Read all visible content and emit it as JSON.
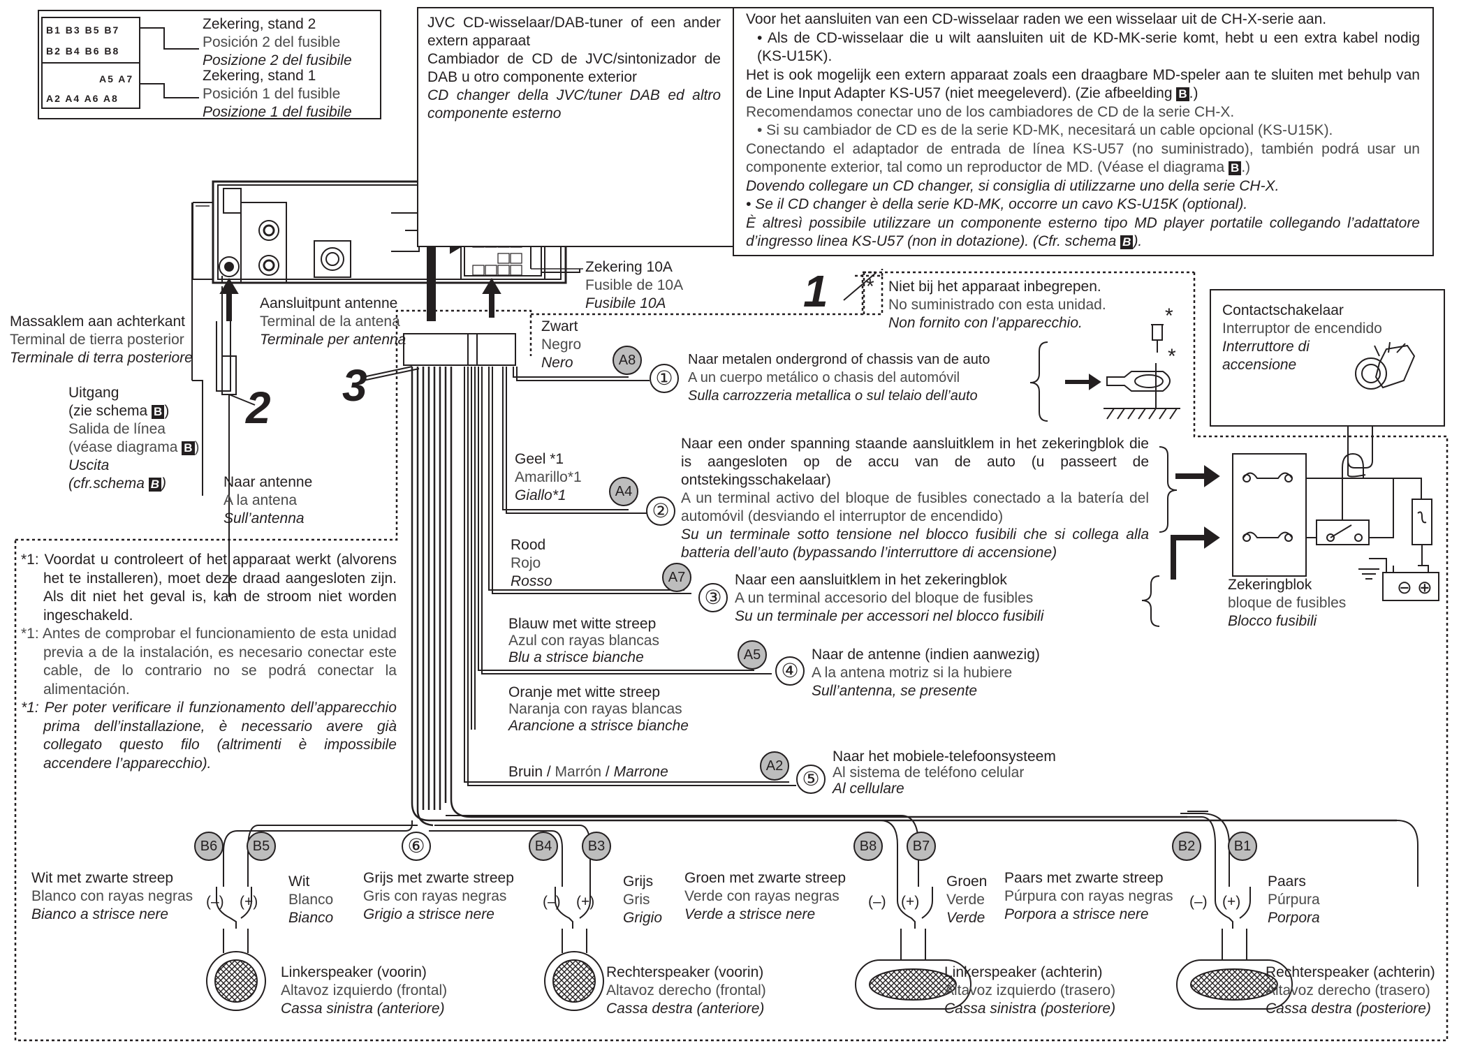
{
  "fuse_box": {
    "row1_pins": [
      "B1",
      "B3",
      "B5",
      "B7"
    ],
    "row2_pins": [
      "B2",
      "B4",
      "B6",
      "B8"
    ],
    "row3_pins": [
      "A5",
      "A7"
    ],
    "row4_pins": [
      "A2",
      "A4",
      "A6",
      "A8"
    ],
    "pos2": {
      "nl": "Zekering, stand 2",
      "es": "Posición 2 del fusible",
      "it": "Posizione 2 del fusibile"
    },
    "pos1": {
      "nl": "Zekering, stand 1",
      "es": "Posición 1 del fusible",
      "it": "Posizione 1 del fusibile"
    }
  },
  "cd_changer_box": {
    "nl": "JVC CD-wisselaar/DAB-tuner of een ander extern apparaat",
    "es": "Cambiador de CD de JVC/sintonizador de DAB u otro componente exterior",
    "it": "CD changer della JVC/tuner DAB ed altro componente esterno"
  },
  "info_box": {
    "nl1": "Voor het aansluiten van een CD-wisselaar raden we een wisselaar uit de CH-X-serie aan.",
    "nl2": "• Als de CD-wisselaar die u wilt aansluiten uit de KD-MK-serie komt, hebt u een extra kabel nodig (KS-U15K).",
    "nl3a": "Het is ook mogelijk een extern apparaat zoals een draagbare MD-speler aan te sluiten met behulp van de Line Input Adapter KS-U57 (niet meegeleverd). (Zie afbeelding ",
    "es1": "Recomendamos conectar uno de los cambiadores de CD de la serie CH-X.",
    "es2": "• Si su cambiador de CD es de la serie KD-MK, necesitará un cable opcional (KS-U15K).",
    "es3a": "Conectando el adaptador de entrada de línea KS-U57 (no suministrado), también podrá usar un componente exterior, tal como un reproductor de MD. (Véase el diagrama ",
    "it1": "Dovendo collegare un CD changer, si consiglia di utilizzarne uno della serie CH-X.",
    "it2": "• Se il CD changer è della serie KD-MK, occorre un cavo KS-U15K (optional).",
    "it3a": "È altresì possibile utilizzare un componente esterno tipo MD player portatile collegando l’adattatore d’ingresso linea KS-U57 (non in dotazione). (Cfr. schema ",
    "diagram_ref": "B",
    "close_nl": ".)",
    "close_es": ".)",
    "close_it": ")."
  },
  "fuse10": {
    "nl": "Zekering 10A",
    "es": "Fusible de 10A",
    "it": "Fusibile 10A"
  },
  "ground": {
    "nl": "Massaklem aan achterkant",
    "es": "Terminal de tierra posterior",
    "it": "Terminale di terra posteriore"
  },
  "antenna_term": {
    "nl": "Aansluitpunt antenne",
    "es": "Terminal de la antena",
    "it": "Terminale per antenna"
  },
  "output": {
    "nl1": "Uitgang",
    "nl2a": "(zie schema ",
    "es1": "Salida de línea",
    "es2a": "(véase diagrama ",
    "it1": "Uscita",
    "it2a": "(cfr.schema ",
    "ref": "B",
    "close": ")"
  },
  "antenna": {
    "nl": "Naar antenne",
    "es": "A la antena",
    "it": "Sull’antenna"
  },
  "numbers": {
    "n1": "1",
    "n2": "2",
    "n3": "3"
  },
  "not_supplied": {
    "star": "*",
    "nl": "Niet bij het apparaat inbegrepen.",
    "es": "No suministrado con esta unidad.",
    "it": "Non fornito con l’apparecchio."
  },
  "ignition": {
    "nl": "Contactschakelaar",
    "es": "Interruptor de encendido",
    "it1": "Interruttore di",
    "it2": "accensione"
  },
  "fuse_block": {
    "nl": "Zekeringblok",
    "es": "bloque de fusibles",
    "it": "Blocco fusibili"
  },
  "wires": [
    {
      "color_nl": "Zwart",
      "color_es": "Negro",
      "color_it": "Nero",
      "pin": "A8",
      "num": "①",
      "nl": "Naar metalen ondergrond of chassis van de auto",
      "es": "A un cuerpo metálico o chasis del automóvil",
      "it": "Sulla carrozzeria metallica o sul telaio dell’auto"
    },
    {
      "color_nl": "Geel *1",
      "color_es": "Amarillo*1",
      "color_it": "Giallo*1",
      "pin": "A4",
      "num": "②",
      "nl": "Naar een onder spanning staande aansluitklem in het zekeringblok die is aangesloten op de accu van de auto (u passeert de ontstekingsschakelaar)",
      "es": "A un terminal activo del bloque de fusibles conectado a la batería del automóvil (desviando el interruptor de encendido)",
      "it": "Su un terminale sotto tensione nel blocco fusibili che si collega alla batteria dell’auto (bypassando l’interruttore di accensione)"
    },
    {
      "color_nl": "Rood",
      "color_es": "Rojo",
      "color_it": "Rosso",
      "pin": "A7",
      "num": "③",
      "nl": "Naar een aansluitklem in het zekeringblok",
      "es": "A un terminal accesorio del bloque de fusibles",
      "it": "Su un terminale per accessori nel blocco fusibili"
    },
    {
      "color_nl": "Blauw met witte streep",
      "color_es": "Azul con rayas blancas",
      "color_it": "Blu a strisce bianche",
      "pin": "A5",
      "num": "④",
      "nl": "Naar de antenne (indien aanwezig)",
      "es": "A la antena motriz si la hubiere",
      "it": "Sull’antenna, se presente"
    },
    {
      "color_nl": "Oranje met witte streep",
      "color_es": "Naranja con rayas blancas",
      "color_it": "Arancione a strisce bianche"
    },
    {
      "color_nl": "Bruin",
      "color_es": "Marrón",
      "color_it": "Marrone",
      "pin": "A2",
      "num": "⑤",
      "nl": "Naar het mobiele-telefoonsysteem",
      "es": "Al sistema de teléfono celular",
      "it": "Al cellulare"
    }
  ],
  "footnote": {
    "nl": "*1: Voordat u controleert of het apparaat werkt (alvorens het te installeren), moet deze draad aangesloten zijn. Als dit niet het geval is, kan de stroom niet worden ingeschakeld.",
    "es": "*1: Antes de comprobar el funcionamiento de esta unidad previa a de la instalación, es necesario conectar este cable, de lo contrario no se podrá conectar la alimentación.",
    "it": "*1: Per poter verificare il funzionamento dell’apparecchio prima dell’installazione, è necessario avere già collegato questo filo (altrimenti è impossibile accendere l’apparecchio)."
  },
  "speaker_num": "⑥",
  "speakers": [
    {
      "neg_pin": "B6",
      "pos_pin": "B5",
      "neg_nl": "Wit met zwarte streep",
      "neg_es": "Blanco con rayas negras",
      "neg_it": "Bianco a strisce nere",
      "pos_nl": "Wit",
      "pos_es": "Blanco",
      "pos_it": "Bianco",
      "nl": "Linkerspeaker (voorin)",
      "es": "Altavoz izquierdo (frontal)",
      "it": "Cassa sinistra (anteriore)"
    },
    {
      "neg_pin": "B4",
      "pos_pin": "B3",
      "neg_nl": "Grijs met zwarte streep",
      "neg_es": "Gris con rayas negras",
      "neg_it": "Grigio a strisce nere",
      "pos_nl": "Grijs",
      "pos_es": "Gris",
      "pos_it": "Grigio",
      "nl": "Rechterspeaker (voorin)",
      "es": "Altavoz derecho (frontal)",
      "it": "Cassa destra (anteriore)"
    },
    {
      "neg_pin": "B8",
      "pos_pin": "B7",
      "neg_nl": "Groen met zwarte streep",
      "neg_es": "Verde con rayas negras",
      "neg_it": "Verde a strisce nere",
      "pos_nl": "Groen",
      "pos_es": "Verde",
      "pos_it": "Verde",
      "nl": "Linkerspeaker (achterin)",
      "es": "Altavoz izquierdo (trasero)",
      "it": "Cassa sinistra (posteriore)"
    },
    {
      "neg_pin": "B2",
      "pos_pin": "B1",
      "neg_nl": "Paars met zwarte streep",
      "neg_es": "Púrpura con rayas negras",
      "neg_it": "Porpora a strisce nere",
      "pos_nl": "Paars",
      "pos_es": "Púrpura",
      "pos_it": "Porpora",
      "nl": "Rechterspeaker (achterin)",
      "es": "Altavoz derecho (trasero)",
      "it": "Cassa destra (posteriore)"
    }
  ],
  "polarity": {
    "neg": "(–)",
    "pos": "(+)"
  }
}
